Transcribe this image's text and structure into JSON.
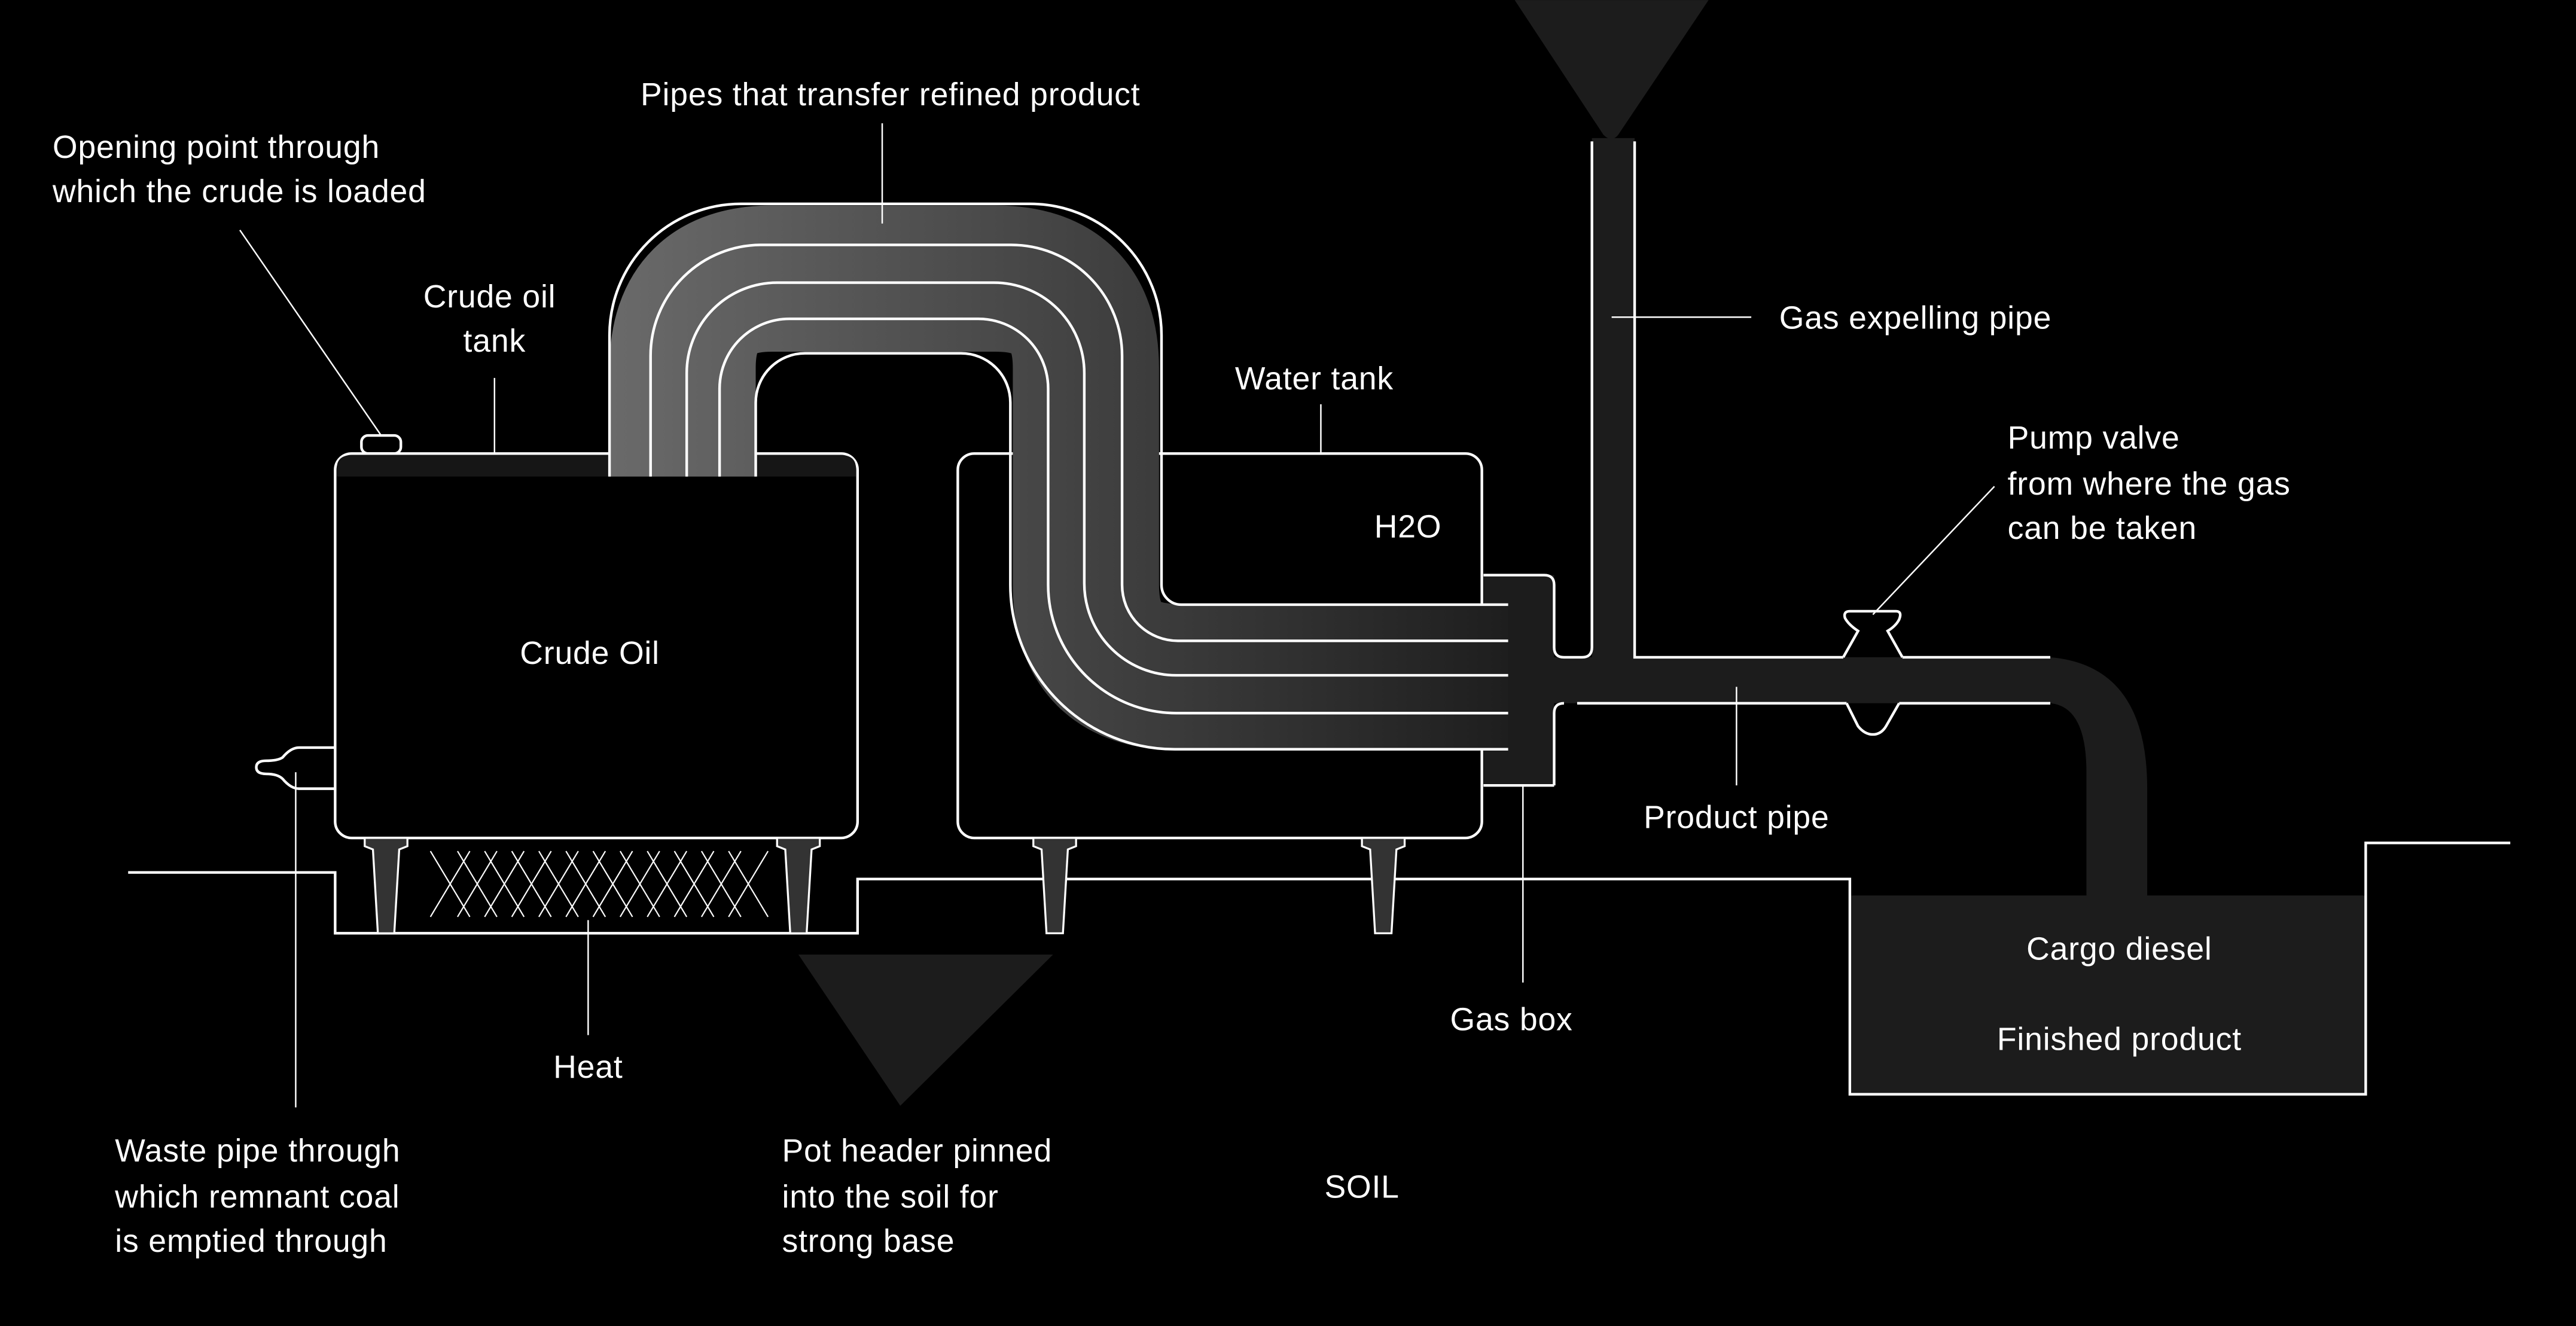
{
  "colors": {
    "background": "#000000",
    "crude_oil": "#666666",
    "dark_fill": "#1c1c1c",
    "line": "#ffffff"
  },
  "labels": {
    "pipes": "Pipes that transfer refined product",
    "opening": [
      "Opening point through",
      "which the crude is loaded"
    ],
    "crude_tank": [
      "Crude oil",
      "tank"
    ],
    "crude_oil": "Crude Oil",
    "water_tank": "Water tank",
    "h2o": "H2O",
    "gas_expelling": "Gas expelling pipe",
    "pump_valve": [
      "Pump valve",
      "from where the gas",
      "can be taken"
    ],
    "product_pipe": "Product pipe",
    "gas_box": "Gas box",
    "cargo": "Cargo diesel",
    "finished": "Finished product",
    "heat": "Heat",
    "waste_pipe": [
      "Waste pipe through",
      "which remnant coal",
      "is emptied through"
    ],
    "pot_header": [
      "Pot header pinned",
      "into the soil for",
      "strong base"
    ],
    "soil": "SOIL"
  }
}
